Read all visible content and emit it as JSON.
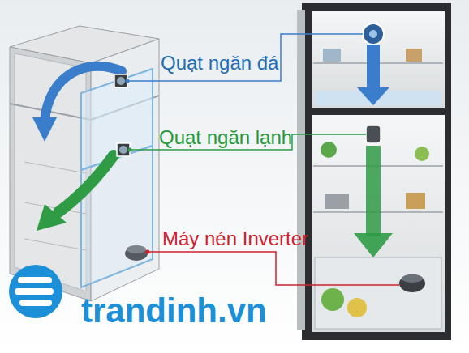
{
  "diagram": {
    "labels": [
      "Quạt ngăn đá",
      "Quạt ngăn lạnh",
      "Máy nén Inverter",
      "trandinh.vn"
    ]
  }
}
